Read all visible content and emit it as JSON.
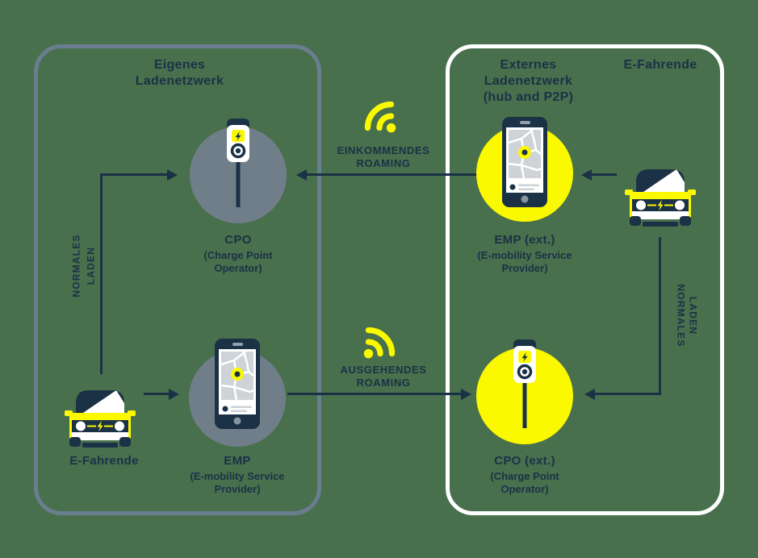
{
  "colors": {
    "background": "#48704D",
    "navy": "#1B3146",
    "yellow": "#FAF900",
    "circle_gray": "#707E8A",
    "own_box_border": "#6B7E90",
    "external_box_border": "#FFFFFF"
  },
  "left_panel": {
    "title_line1": "Eigenes",
    "title_line2": "Ladenetzwerk",
    "cpo_name": "CPO",
    "cpo_desc1": "(Charge Point",
    "cpo_desc2": "Operator)",
    "emp_name": "EMP",
    "emp_desc1": "(E-mobility Service",
    "emp_desc2": "Provider)",
    "car_label": "E-Fahrende",
    "normal_line1": "NORMALES",
    "normal_line2": "LADEN"
  },
  "right_panel": {
    "title_line1": "Externes",
    "title_line2": "Ladenetzwerk",
    "title_line3": "(hub and P2P)",
    "driver_title": "E-Fahrende",
    "emp_name": "EMP (ext.)",
    "emp_desc1": "(E-mobility Service",
    "emp_desc2": "Provider)",
    "cpo_name": "CPO (ext.)",
    "cpo_desc1": "(Charge Point",
    "cpo_desc2": "Operator)",
    "normal_line1": "NORMALES",
    "normal_line2": "LADEN"
  },
  "flows": {
    "incoming_line1": "EINKOMMENDES",
    "incoming_line2": "ROAMING",
    "outgoing_line1": "AUSGEHENDES",
    "outgoing_line2": "ROAMING"
  },
  "icons": {
    "cpo": "charging-station-icon",
    "emp": "smartphone-map-icon",
    "driver": "ev-car-icon",
    "roaming": "wifi-signal-icon"
  }
}
